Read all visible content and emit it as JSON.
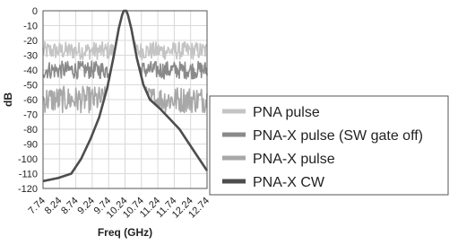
{
  "chart_data": {
    "type": "line",
    "title": "",
    "xlabel": "Freq (GHz)",
    "ylabel": "dB",
    "x_ticks": [
      "7.74",
      "8.24",
      "8.74",
      "9.24",
      "9.74",
      "10.24",
      "10.74",
      "11.24",
      "11.74",
      "12.24",
      "12.74"
    ],
    "xlim": [
      7.74,
      12.74
    ],
    "ylim": [
      -120,
      0
    ],
    "y_ticks": [
      0,
      -10,
      -20,
      -30,
      -40,
      -50,
      -60,
      -70,
      -80,
      -90,
      -100,
      -110,
      -120
    ],
    "grid": true,
    "legend_position": "right",
    "center_frequency": 10.24,
    "series": [
      {
        "name": "PNA pulse",
        "color": "#c4c4c4",
        "noise_floor_db": -27,
        "noise_ripple_db": 6
      },
      {
        "name": "PNA-X pulse (SW gate off)",
        "color": "#8a8a8a",
        "noise_floor_db": -40,
        "noise_ripple_db": 6
      },
      {
        "name": "PNA-X pulse",
        "color": "#a8a8a8",
        "noise_floor_db": -60,
        "noise_ripple_db": 9
      },
      {
        "name": "PNA-X CW",
        "color": "#4d4d4d",
        "x": [
          7.74,
          8.2,
          8.6,
          8.9,
          9.2,
          9.45,
          9.7,
          9.9,
          10.05,
          10.15,
          10.2,
          10.24,
          10.28,
          10.33,
          10.43,
          10.6,
          10.8,
          11.0,
          11.3,
          11.6,
          11.9,
          12.2,
          12.5,
          12.74
        ],
        "values": [
          -115,
          -113,
          -110,
          -100,
          -86,
          -72,
          -52,
          -30,
          -12,
          -3,
          0,
          0,
          0,
          -3,
          -12,
          -32,
          -50,
          -60,
          -66,
          -73,
          -80,
          -90,
          -100,
          -108
        ]
      }
    ]
  }
}
